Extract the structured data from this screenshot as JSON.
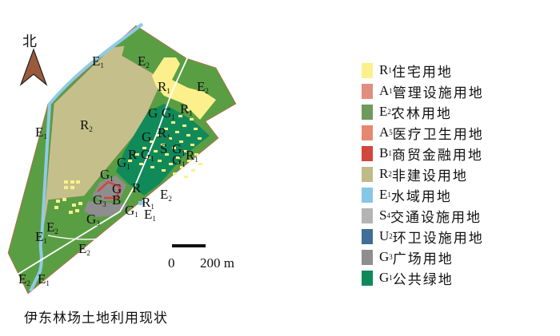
{
  "north_label": "北",
  "caption": "伊东林场土地利用现状",
  "scale": {
    "start": "0",
    "end": "200 m"
  },
  "colors": {
    "E2": "#5a9e44",
    "E1": "#8fcbe6",
    "R2": "#c5c08b",
    "R1": "#fbf08c",
    "G1": "#118a5a",
    "G3": "#8e8e8e",
    "B1": "#d2463e",
    "road": "#ffffff",
    "arrow": "#9b5a3c"
  },
  "map_labels": [
    {
      "code": "E",
      "sub": "1"
    },
    {
      "code": "E",
      "sub": "2"
    },
    {
      "code": "R",
      "sub": "1"
    },
    {
      "code": "E",
      "sub": "2"
    },
    {
      "code": "R",
      "sub": "1"
    },
    {
      "code": "R",
      "sub": "2"
    },
    {
      "code": "E",
      "sub": "1"
    },
    {
      "code": "G",
      "sub": ""
    },
    {
      "code": "G",
      "sub": "1"
    },
    {
      "code": "R",
      "sub": "1"
    },
    {
      "code": "G",
      "sub": ""
    },
    {
      "code": "S",
      "sub": ""
    },
    {
      "code": "G",
      "sub": "1"
    },
    {
      "code": "R",
      "sub": ""
    },
    {
      "code": "G",
      "sub": "1"
    },
    {
      "code": "G",
      "sub": "1"
    },
    {
      "code": "R",
      "sub": "1"
    },
    {
      "code": "G",
      "sub": "1"
    },
    {
      "code": "G",
      "sub": "1"
    },
    {
      "code": "R",
      "sub": ""
    },
    {
      "code": "E",
      "sub": "2"
    },
    {
      "code": "G",
      "sub": ""
    },
    {
      "code": "G",
      "sub": "3"
    },
    {
      "code": "B",
      "sub": ""
    },
    {
      "code": "R",
      "sub": "1"
    },
    {
      "code": "G",
      "sub": "1"
    },
    {
      "code": "E",
      "sub": "1"
    },
    {
      "code": "G",
      "sub": "3"
    },
    {
      "code": "E",
      "sub": "2"
    },
    {
      "code": "E",
      "sub": "1"
    },
    {
      "code": "E",
      "sub": "2"
    },
    {
      "code": "E",
      "sub": "2"
    },
    {
      "code": "E",
      "sub": "1"
    }
  ],
  "legend": [
    {
      "code": "R",
      "sub": "1",
      "name": "住宅用地",
      "color": "#fbf08c"
    },
    {
      "code": "A",
      "sub": "1",
      "name": "管理设施用地",
      "color": "#e08e80"
    },
    {
      "code": "E",
      "sub": "2",
      "name": "农林用地",
      "color": "#6e9a5e"
    },
    {
      "code": "A",
      "sub": "5",
      "name": "医疗卫生用地",
      "color": "#e4896f"
    },
    {
      "code": "B",
      "sub": "1",
      "name": "商贸金融用地",
      "color": "#d2463e"
    },
    {
      "code": "R",
      "sub": "2",
      "name": "非建设用地",
      "color": "#c0ba87"
    },
    {
      "code": "E",
      "sub": "1",
      "name": "水域用地",
      "color": "#86c6e6"
    },
    {
      "code": "S",
      "sub": "4",
      "name": "交通设施用地",
      "color": "#b4b4b4"
    },
    {
      "code": "U",
      "sub": "2",
      "name": "环卫设施用地",
      "color": "#3f6f98"
    },
    {
      "code": "G",
      "sub": "3",
      "name": "广场用地",
      "color": "#8e8e8e"
    },
    {
      "code": "G",
      "sub": "1",
      "name": "公共绿地",
      "color": "#0e8a58"
    }
  ]
}
